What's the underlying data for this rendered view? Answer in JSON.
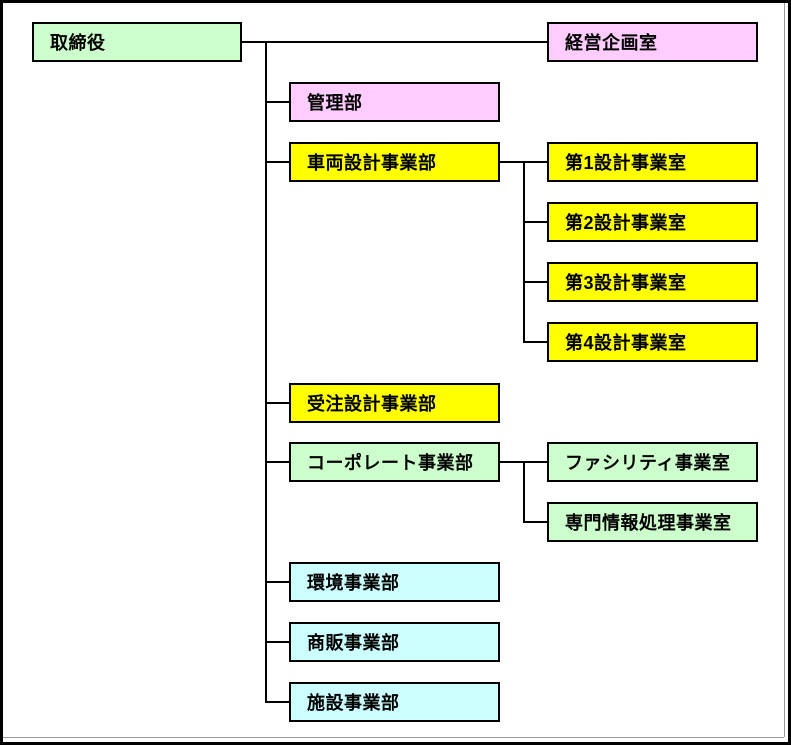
{
  "diagram": {
    "type": "org-chart",
    "colors": {
      "green": "#ccffcc",
      "pink": "#ffccff",
      "yellow": "#ffff00",
      "cyan": "#ccffff",
      "line": "#000000",
      "background": "#ffffff",
      "border": "#000000"
    },
    "nodes": [
      {
        "id": "board",
        "label": "取締役",
        "color": "green",
        "parent": null
      },
      {
        "id": "corp-planning",
        "label": "経営企画室",
        "color": "pink",
        "parent": "board"
      },
      {
        "id": "admin",
        "label": "管理部",
        "color": "pink",
        "parent": "board"
      },
      {
        "id": "vehicle-design",
        "label": "車両設計事業部",
        "color": "yellow",
        "parent": "board"
      },
      {
        "id": "design-office-1",
        "label": "第1設計事業室",
        "color": "yellow",
        "parent": "vehicle-design"
      },
      {
        "id": "design-office-2",
        "label": "第2設計事業室",
        "color": "yellow",
        "parent": "vehicle-design"
      },
      {
        "id": "design-office-3",
        "label": "第3設計事業室",
        "color": "yellow",
        "parent": "vehicle-design"
      },
      {
        "id": "design-office-4",
        "label": "第4設計事業室",
        "color": "yellow",
        "parent": "vehicle-design"
      },
      {
        "id": "order-design",
        "label": "受注設計事業部",
        "color": "yellow",
        "parent": "board"
      },
      {
        "id": "corporate",
        "label": "コーポレート事業部",
        "color": "green",
        "parent": "board"
      },
      {
        "id": "facility-office",
        "label": "ファシリティ事業室",
        "color": "green",
        "parent": "corporate"
      },
      {
        "id": "info-processing",
        "label": "専門情報処理事業室",
        "color": "green",
        "parent": "corporate"
      },
      {
        "id": "environment",
        "label": "環境事業部",
        "color": "cyan",
        "parent": "board"
      },
      {
        "id": "sales",
        "label": "商販事業部",
        "color": "cyan",
        "parent": "board"
      },
      {
        "id": "facilities",
        "label": "施設事業部",
        "color": "cyan",
        "parent": "board"
      }
    ]
  }
}
